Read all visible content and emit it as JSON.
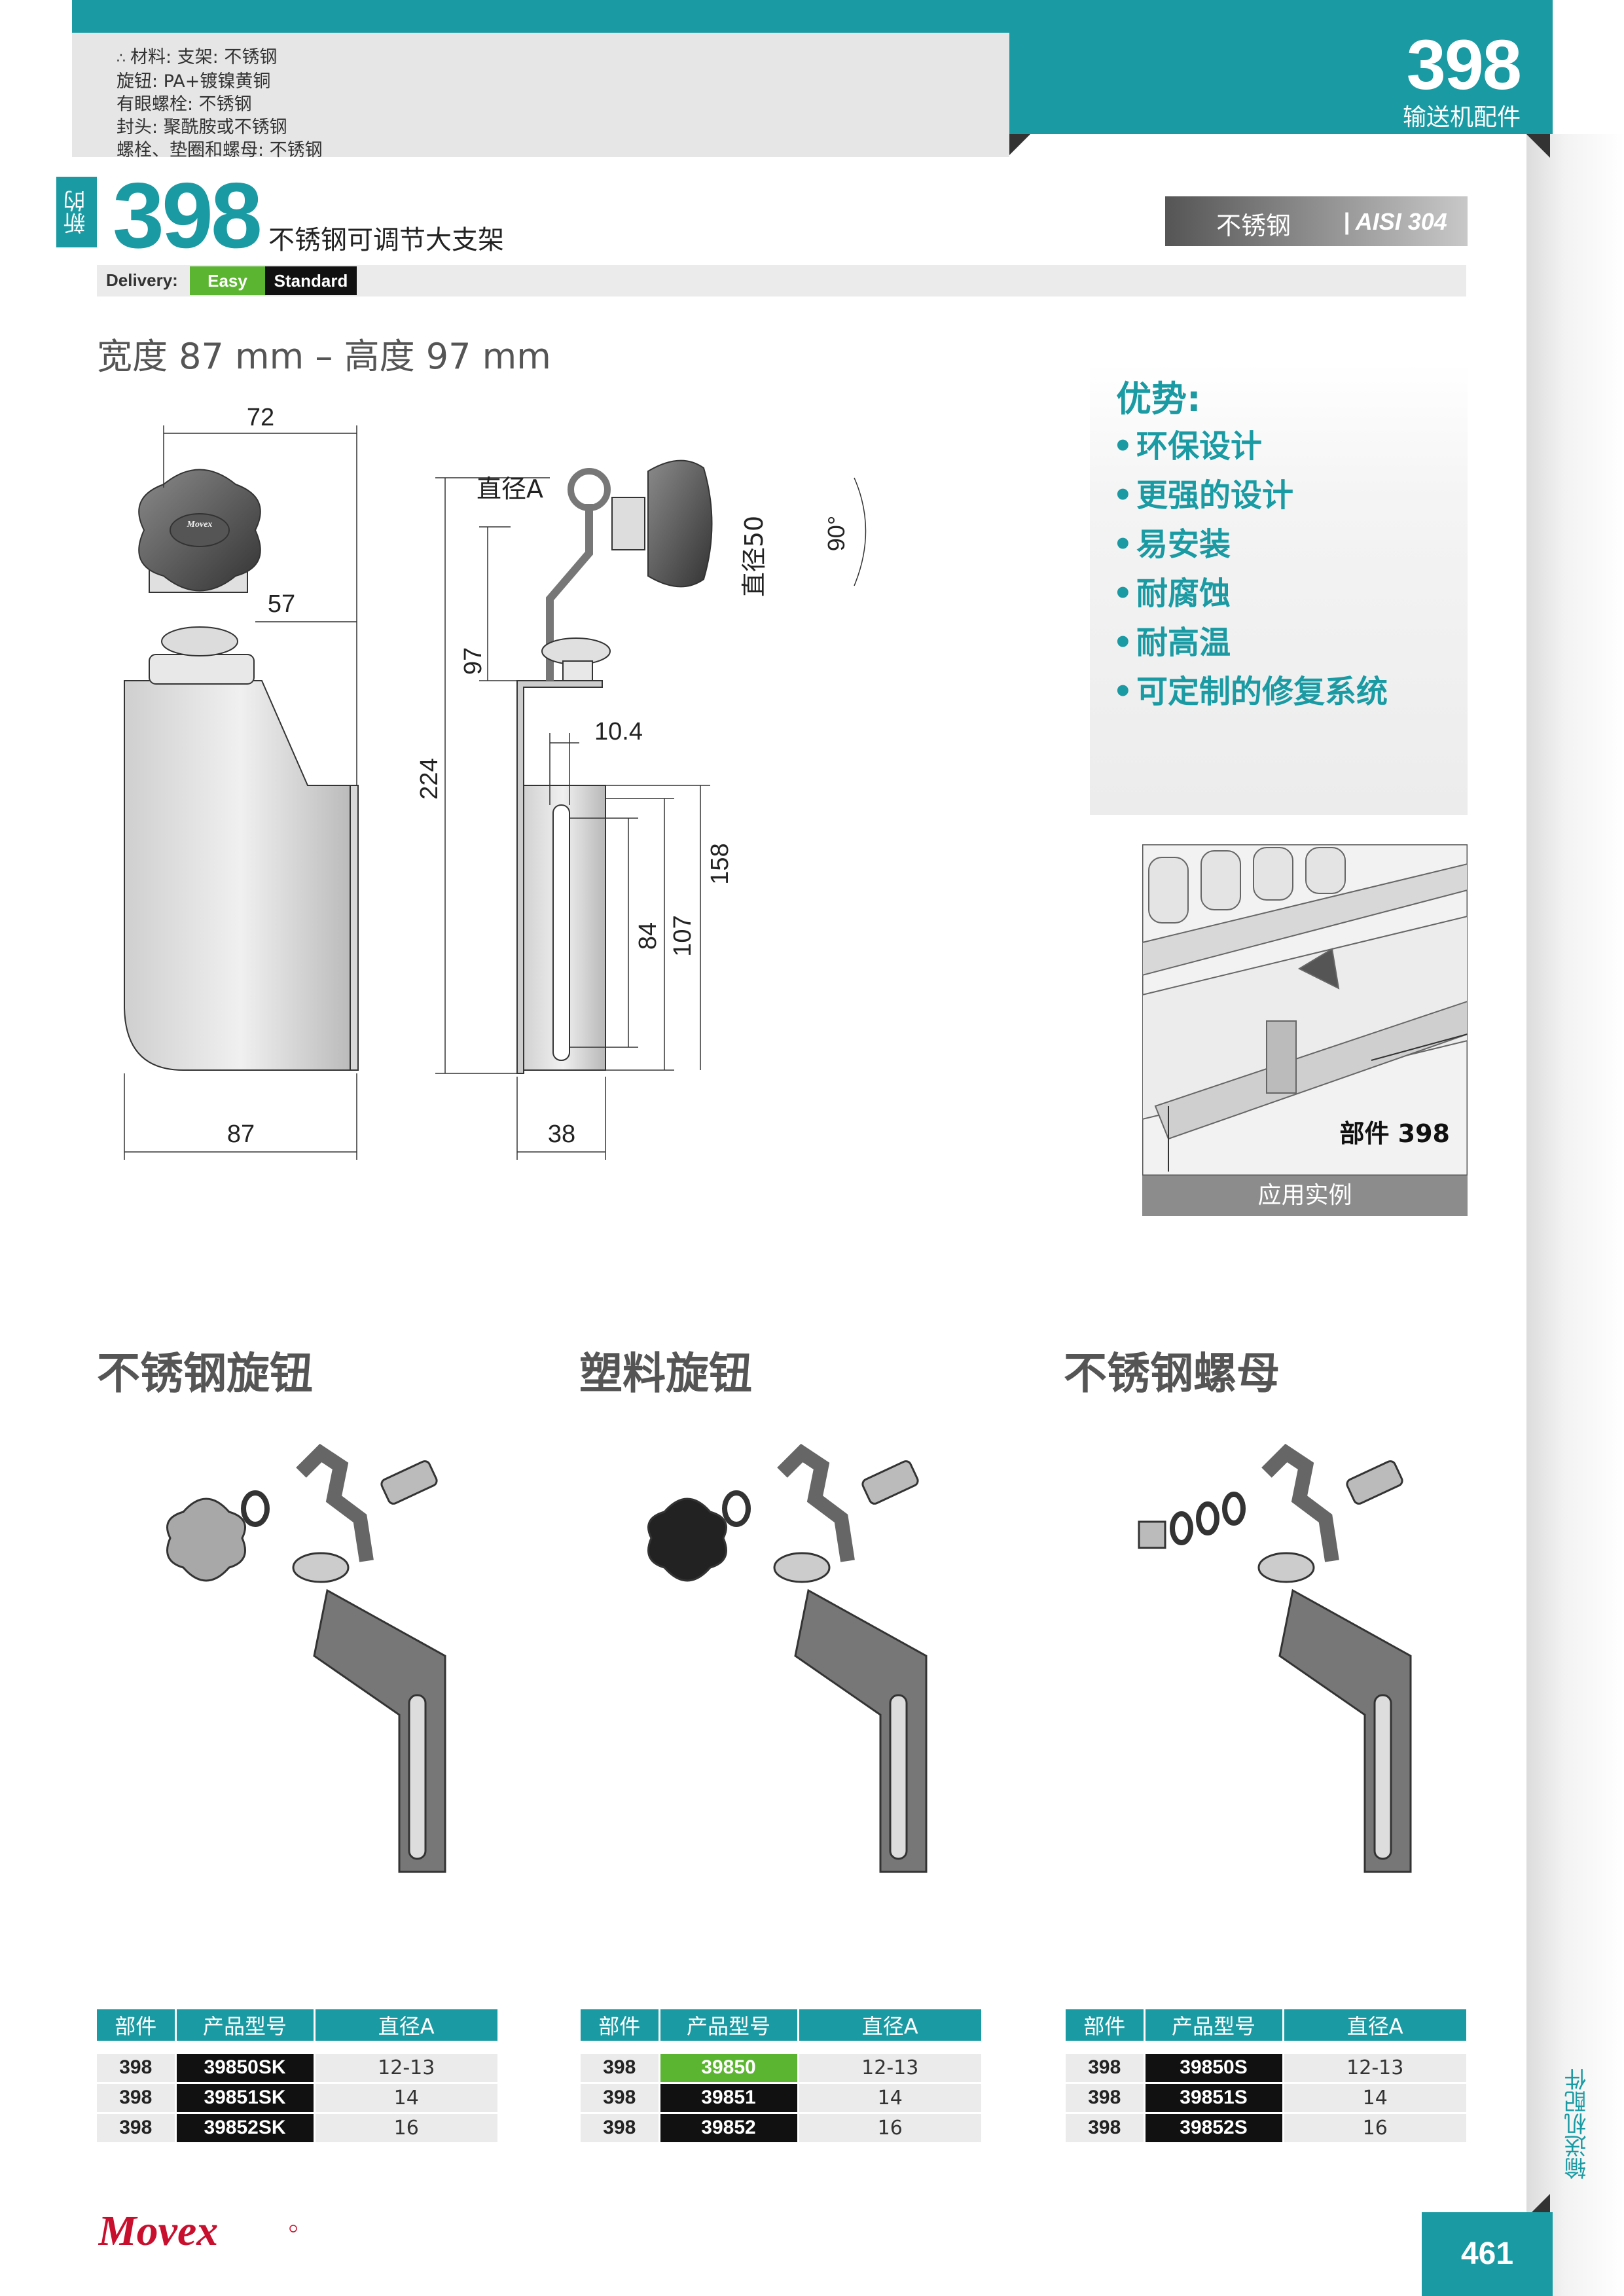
{
  "header": {
    "materials": [
      "材料: 支架: 不锈钢",
      "旋钮: PA+镀镍黄铜",
      "有眼螺栓: 不锈钢",
      "封头: 聚酰胺或不锈钢",
      "螺栓、垫圈和螺母: 不锈钢"
    ],
    "number": "398",
    "category": "输送机配件"
  },
  "product": {
    "new_label": "新的",
    "number": "398",
    "title": "不锈钢可调节大支架",
    "delivery_label": "Delivery:",
    "delivery_easy": "Easy",
    "delivery_standard": "Standard",
    "material_cn": "不锈钢",
    "material_code": "| AISI 304",
    "size": "宽度 87 mm – 高度 97 mm"
  },
  "advantages": {
    "title": "优势:",
    "items": [
      "环保设计",
      "更强的设计",
      "易安装",
      "耐腐蚀",
      "耐高温",
      "可定制的修复系统"
    ]
  },
  "drawing": {
    "dim_72": "72",
    "dim_57": "57",
    "dim_87": "87",
    "dim_diaA": "直径A",
    "dim_dia50": "直径50",
    "dim_90": "90°",
    "dim_97": "97",
    "dim_224": "224",
    "dim_10_4": "10.4",
    "dim_84": "84",
    "dim_107": "107",
    "dim_158": "158",
    "dim_38": "38",
    "knob_logo": "Movex"
  },
  "application": {
    "part_label": "部件 398",
    "caption": "应用实例"
  },
  "variants": [
    {
      "title": "不锈钢旋钮"
    },
    {
      "title": "塑料旋钮"
    },
    {
      "title": "不锈钢螺母"
    }
  ],
  "tables": {
    "headers": [
      "部件",
      "产品型号",
      "直径A"
    ],
    "t1": [
      [
        "398",
        "39850SK",
        "12-13"
      ],
      [
        "398",
        "39851SK",
        "14"
      ],
      [
        "398",
        "39852SK",
        "16"
      ]
    ],
    "t2": [
      [
        "398",
        "39850",
        "12-13"
      ],
      [
        "398",
        "39851",
        "14"
      ],
      [
        "398",
        "39852",
        "16"
      ]
    ],
    "t3": [
      [
        "398",
        "39850S",
        "12-13"
      ],
      [
        "398",
        "39851S",
        "14"
      ],
      [
        "398",
        "39852S",
        "16"
      ]
    ]
  },
  "footer": {
    "logo": "Movex",
    "page": "461",
    "side": "输送机配件"
  },
  "colors": {
    "teal": "#1a9aa3",
    "green": "#5cb531",
    "black": "#111111",
    "logo_red": "#c8102e"
  }
}
